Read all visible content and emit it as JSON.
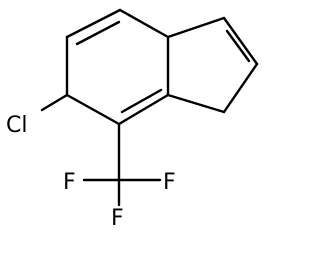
{
  "molecule": {
    "atoms": {
      "chlorine": "Cl",
      "fluorine_left": "F",
      "fluorine_right": "F",
      "fluorine_bottom": "F"
    },
    "bond_color": "#000000",
    "background": "#ffffff"
  }
}
